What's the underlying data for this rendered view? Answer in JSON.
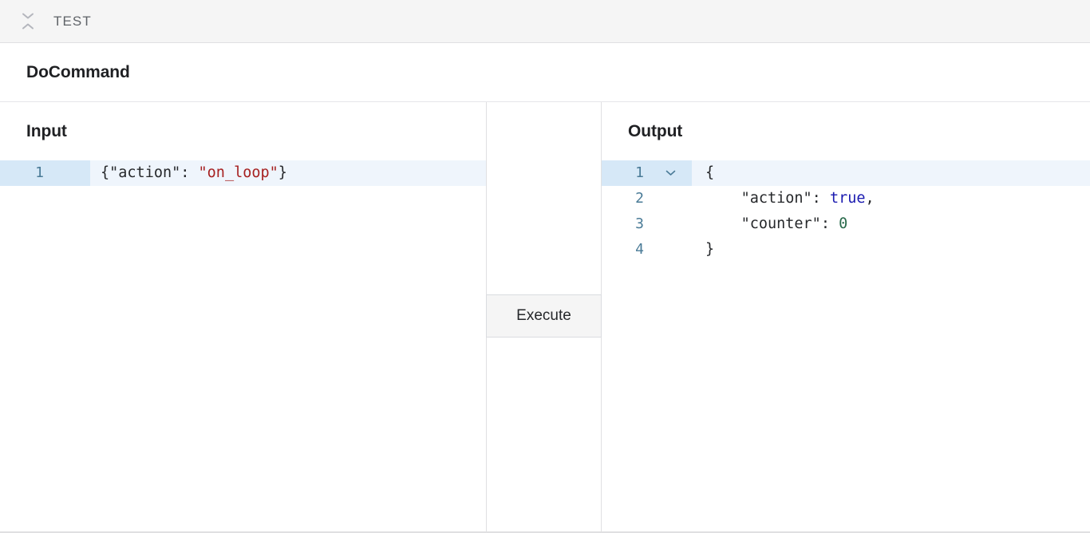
{
  "topbar": {
    "collapse_icon": "collapse-chevrons-icon",
    "title": "TEST"
  },
  "command": {
    "title": "DoCommand"
  },
  "input_panel": {
    "label": "Input",
    "active_line": 1,
    "lines": [
      {
        "number": "1",
        "tokens": [
          {
            "text": "{",
            "type": "punct"
          },
          {
            "text": "\"action\"",
            "type": "key"
          },
          {
            "text": ": ",
            "type": "punct"
          },
          {
            "text": "\"on_loop\"",
            "type": "string"
          },
          {
            "text": "}",
            "type": "punct"
          }
        ]
      }
    ],
    "raw_text": "{\"action\": \"on_loop\"}"
  },
  "actions": {
    "execute_label": "Execute"
  },
  "output_panel": {
    "label": "Output",
    "active_line": 1,
    "fold_icon": "chevron-down-icon",
    "lines": [
      {
        "number": "1",
        "foldable": true,
        "tokens": [
          {
            "text": "{",
            "type": "punct"
          }
        ]
      },
      {
        "number": "2",
        "foldable": false,
        "tokens": [
          {
            "text": "    ",
            "type": "punct"
          },
          {
            "text": "\"action\"",
            "type": "key"
          },
          {
            "text": ": ",
            "type": "punct"
          },
          {
            "text": "true",
            "type": "bool"
          },
          {
            "text": ",",
            "type": "punct"
          }
        ]
      },
      {
        "number": "3",
        "foldable": false,
        "tokens": [
          {
            "text": "    ",
            "type": "punct"
          },
          {
            "text": "\"counter\"",
            "type": "key"
          },
          {
            "text": ": ",
            "type": "punct"
          },
          {
            "text": "0",
            "type": "num"
          }
        ]
      },
      {
        "number": "4",
        "foldable": false,
        "tokens": [
          {
            "text": "}",
            "type": "punct"
          }
        ]
      }
    ],
    "raw_text": "{\n    \"action\": true,\n    \"counter\": 0\n}"
  },
  "colors": {
    "header_bg": "#f5f5f5",
    "border": "#e0e0e2",
    "string": "#a62020",
    "boolean": "#1a1ab0",
    "number": "#2a6b4c",
    "gutter_text": "#4a7b97",
    "active_gutter_bg": "#d6e8f7",
    "active_line_bg": "#eff5fc",
    "button_bg": "#f5f5f5"
  }
}
